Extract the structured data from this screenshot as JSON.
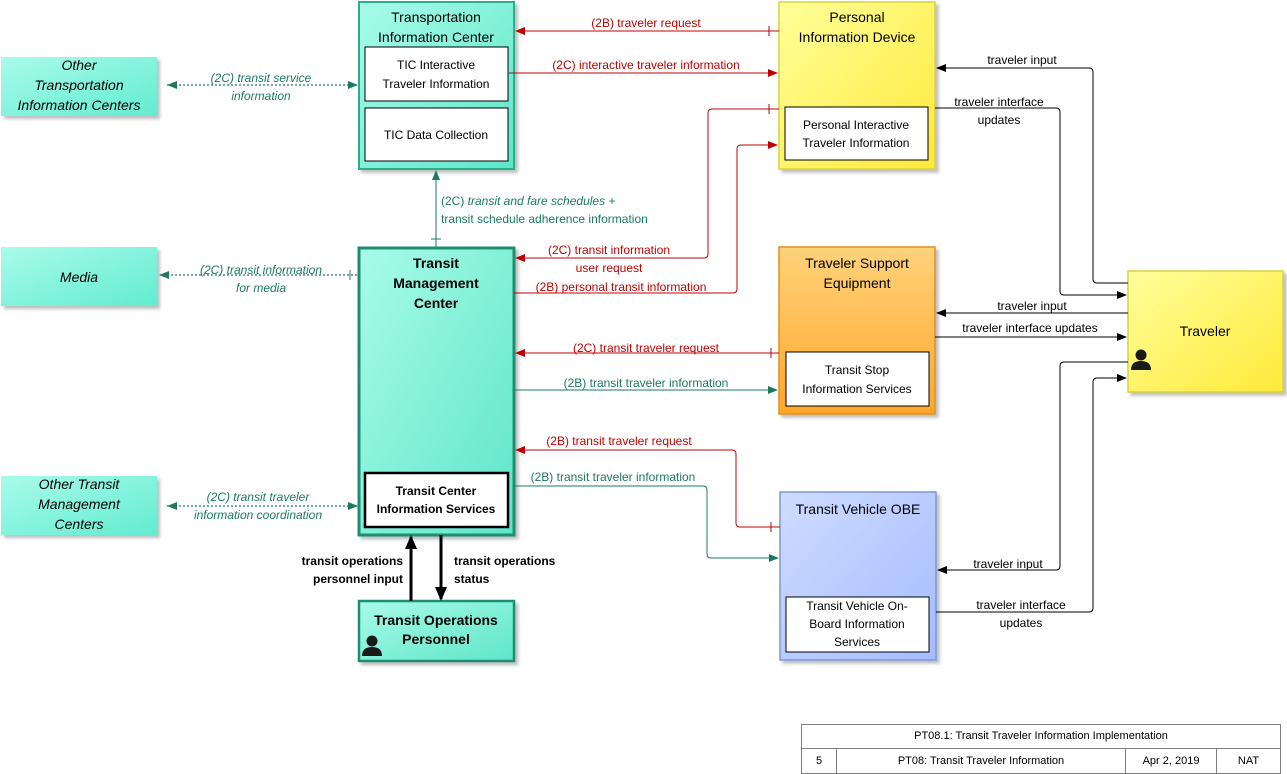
{
  "colors": {
    "red": "#c00000",
    "green": "#1b7a62",
    "black": "#000000",
    "cyan_fill": "#8ff5e0",
    "cyan_border": "#2aae8e",
    "yellow_fill": "#ffff70",
    "orange_fill": "#ffc04d",
    "blue_fill": "#b9ccff",
    "ext_fill": "#80f2dc"
  },
  "nodes": {
    "tic": {
      "title_line1": "Transportation",
      "title_line2": "Information Center",
      "sub1_line1": "TIC Interactive",
      "sub1_line2": "Traveler Information",
      "sub2": "TIC Data Collection"
    },
    "pid": {
      "title_line1": "Personal",
      "title_line2": "Information Device",
      "sub_line1": "Personal Interactive",
      "sub_line2": "Traveler Information"
    },
    "tmc": {
      "title_line1": "Transit",
      "title_line2": "Management",
      "title_line3": "Center",
      "sub_line1": "Transit Center",
      "sub_line2": "Information Services"
    },
    "tse": {
      "title_line1": "Traveler Support",
      "title_line2": "Equipment",
      "sub_line1": "Transit Stop",
      "sub_line2": "Information Services"
    },
    "tvobe": {
      "title": "Transit Vehicle OBE",
      "sub_line1": "Transit Vehicle On-",
      "sub_line2": "Board Information",
      "sub_line3": "Services"
    },
    "traveler": {
      "title": "Traveler",
      "icon": "person-icon"
    },
    "top": {
      "title_line1": "Transit Operations",
      "title_line2": "Personnel",
      "icon": "person-icon"
    },
    "other_tic": {
      "line1": "Other",
      "line2": "Transportation",
      "line3": "Information Centers"
    },
    "media": {
      "line1": "Media"
    },
    "other_tmc": {
      "line1": "Other Transit",
      "line2": "Management",
      "line3": "Centers"
    }
  },
  "flows": {
    "f_traveler_request": "(2B) traveler request",
    "f_interactive_info": "(2C) interactive traveler information",
    "f_transit_service_1": "(2C) transit service",
    "f_transit_service_2": "information",
    "f_schedules_1": "(2C) ",
    "f_schedules_1b": "transit and fare schedules +",
    "f_schedules_2": "transit schedule adherence information",
    "f_info_user_req_1": "(2C) transit information",
    "f_info_user_req_2": "user request",
    "f_personal_transit": "(2B) personal transit information",
    "f_media_1": "(2C) transit information",
    "f_media_2": "for media",
    "f_stop_request": "(2C) transit traveler request",
    "f_stop_info": "(2B) transit traveler information",
    "f_veh_request": "(2B) transit traveler request",
    "f_veh_info": "(2B) transit traveler information",
    "f_coord_1": "(2C) transit traveler",
    "f_coord_2": "information coordination",
    "f_pid_input": "traveler input",
    "f_pid_updates_1": "traveler interface",
    "f_pid_updates_2": "updates",
    "f_tse_input": "traveler input",
    "f_tse_updates": "traveler interface updates",
    "f_veh_input": "traveler input",
    "f_veh_updates_1": "traveler interface",
    "f_veh_updates_2": "updates",
    "f_ops_input_1": "transit operations",
    "f_ops_input_2": "personnel input",
    "f_ops_status_1": "transit operations",
    "f_ops_status_2": "status"
  },
  "footer": {
    "title": "PT08.1: Transit Traveler Information Implementation",
    "number": "5",
    "package": "PT08: Transit Traveler Information",
    "date": "Apr 2, 2019",
    "source": "NAT"
  }
}
